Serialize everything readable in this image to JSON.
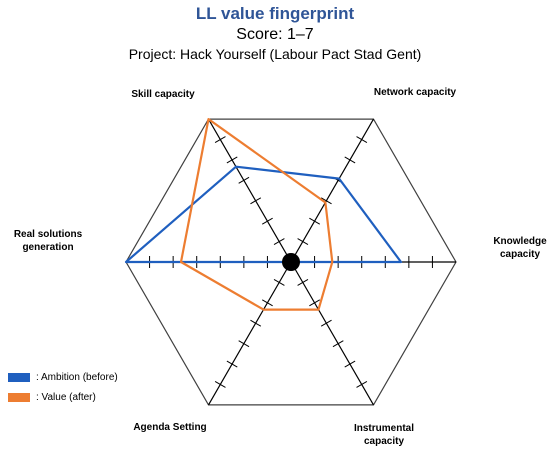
{
  "header": {
    "title": "LL value fingerprint",
    "score_scale": "Score: 1–7",
    "project": "Project: Hack Yourself (Labour Pact Stad Gent)"
  },
  "chart_data": {
    "type": "radar",
    "scale": [
      1,
      7
    ],
    "axes": [
      {
        "label": [
          "Skill capacity"
        ]
      },
      {
        "label": [
          "Network capacity"
        ]
      },
      {
        "label": [
          "Knowledge",
          "capacity"
        ]
      },
      {
        "label": [
          "Instrumental",
          "capacity"
        ]
      },
      {
        "label": [
          "Agenda Setting"
        ]
      },
      {
        "label": [
          "Real solutions",
          "generation"
        ]
      }
    ],
    "series": [
      {
        "name": ": Ambition (before)",
        "color": "#1f5fbf",
        "values": [
          5.0,
          4.5,
          5.0,
          1.0,
          1.0,
          7.0
        ]
      },
      {
        "name": ": Value (after)",
        "color": "#ed7d31",
        "values": [
          7.0,
          3.5,
          2.5,
          3.0,
          3.0,
          5.0
        ]
      }
    ],
    "ticks_per_axis": 6,
    "grid_frame": "hexagon",
    "legend_position": "bottom-left"
  }
}
